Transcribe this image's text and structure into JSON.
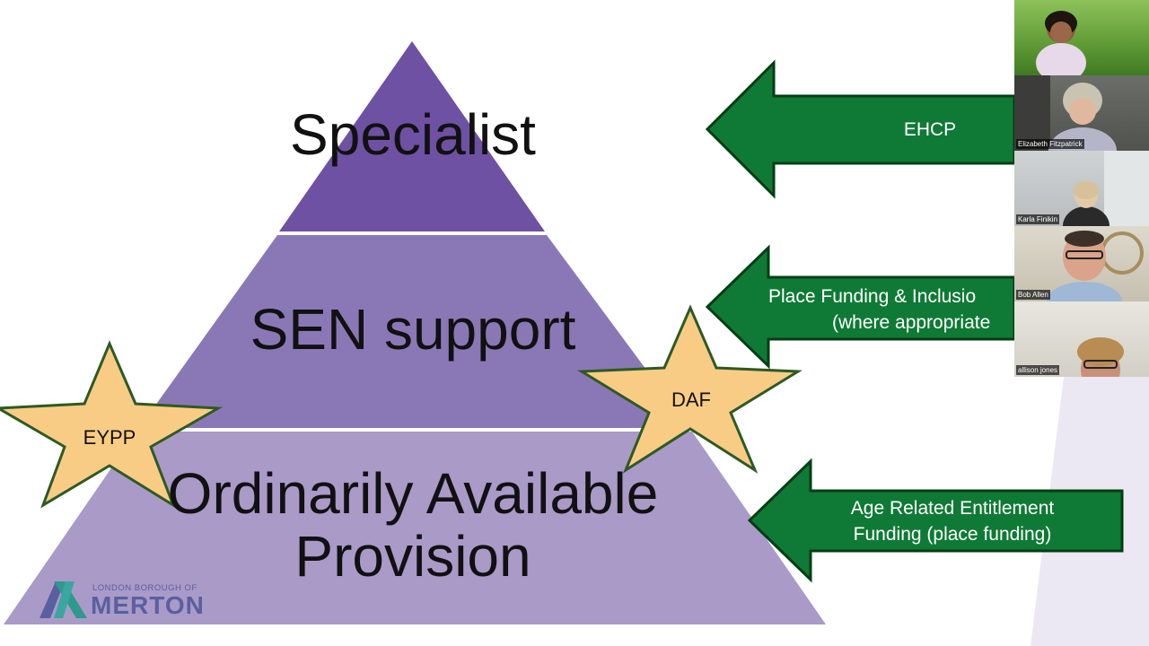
{
  "slide": {
    "pyramid": {
      "top_label": "Specialist",
      "middle_label": "SEN support",
      "bottom_label_line1": "Ordinarily Available",
      "bottom_label_line2": "Provision",
      "colors": {
        "top": "#6e51a2",
        "middle": "#8a78b6",
        "bottom": "#a99ac8"
      }
    },
    "stars": {
      "left": "EYPP",
      "right": "DAF",
      "fill": "#f9cc85",
      "stroke": "#2d5a23"
    },
    "arrows": {
      "top": "EHCP",
      "middle_line1": "Place Funding & Inclusio",
      "middle_line2": "(where appropriate",
      "bottom_line1": "Age Related Entitlement",
      "bottom_line2": "Funding  (place funding)",
      "fill": "#0f7a35",
      "stroke": "#053d14"
    },
    "logo": {
      "small_text": "LONDON BOROUGH OF",
      "big_text": "MERTON",
      "color": "#5a5fa0"
    }
  },
  "participants": [
    {
      "name": ""
    },
    {
      "name": "Elizabeth Fitzpatrick"
    },
    {
      "name": "Karla Finikin"
    },
    {
      "name": "Bob Allen"
    },
    {
      "name": "allison jones"
    }
  ]
}
